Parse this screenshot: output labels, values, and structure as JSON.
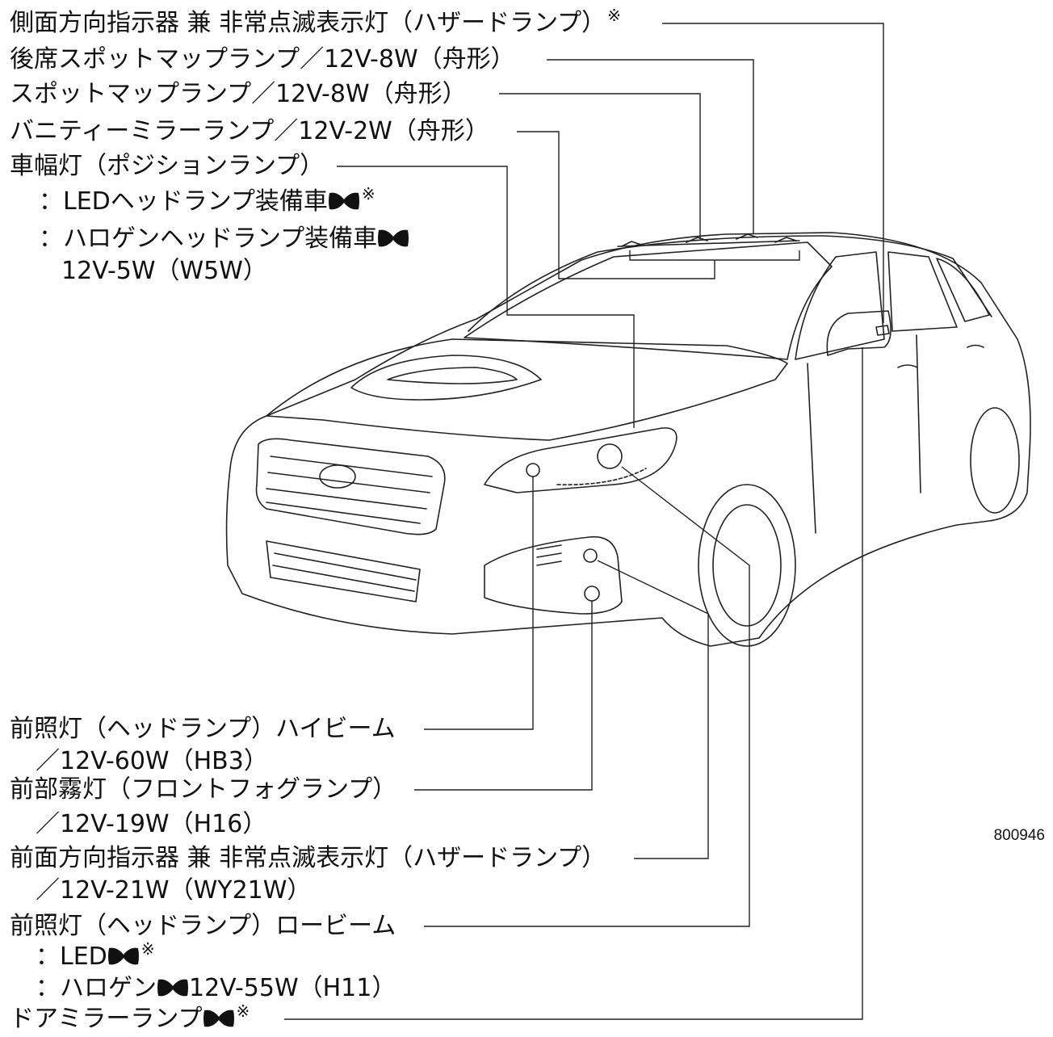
{
  "labels": {
    "side_turn": "側面方向指示器 兼 非常点滅表示灯（ハザードランプ）",
    "rear_spot": "後席スポットマップランプ／12V-8W（舟形）",
    "spot": "スポットマップランプ／12V-8W（舟形）",
    "vanity": "バニティーミラーランプ／12V-2W（舟形）",
    "position_title": "車幅灯（ポジションランプ）",
    "position_led": "：LEDヘッドランプ装備車",
    "position_halogen": "：ハロゲンヘッドランプ装備車",
    "position_spec": "12V-5W（W5W）",
    "highbeam_title": "前照灯（ヘッドランプ）ハイビーム",
    "highbeam_spec": "／12V-60W（HB3）",
    "fog_title": "前部霧灯（フロントフォグランプ）",
    "fog_spec": "／12V-19W（H16）",
    "front_turn_title": "前面方向指示器 兼 非常点滅表示灯（ハザードランプ）",
    "front_turn_spec": "／12V-21W（WY21W）",
    "lowbeam_title": "前照灯（ヘッドランプ）ロービーム",
    "lowbeam_led": "：LED",
    "lowbeam_halogen_prefix": "：ハロゲン",
    "lowbeam_halogen_spec": "12V-55W（H11）",
    "door_mirror": "ドアミラーランプ"
  },
  "note_mark": "※",
  "figure_code": "800946",
  "icons": {
    "bullet": "bowtie-icon"
  },
  "colors": {
    "line": "#222222",
    "text": "#111111"
  }
}
